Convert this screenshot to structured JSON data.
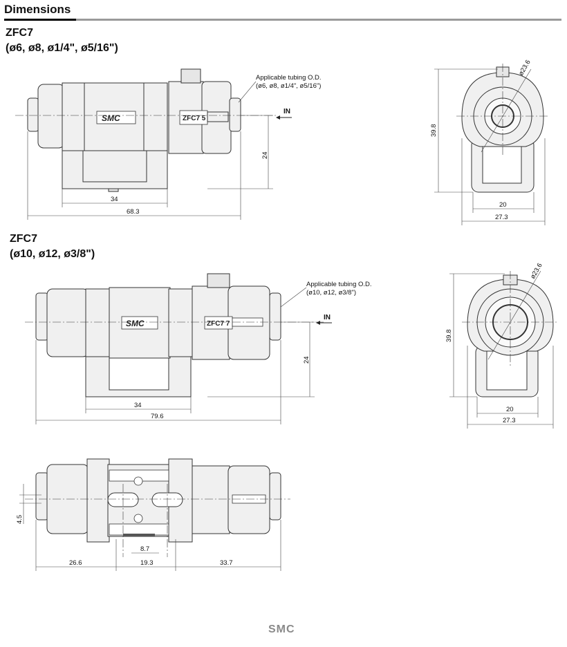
{
  "header": {
    "title": "Dimensions"
  },
  "section1": {
    "model": "ZFC7",
    "sizes": "(ø6, ø8, ø1/4\", ø5/16\")",
    "tubing_note_title": "Applicable tubing O.D.",
    "tubing_note_values": "(ø6, ø8, ø1/4\", ø5/16\")",
    "flow_label": "IN",
    "label_body": "ZFC7 5",
    "brand": "SMC",
    "dims": {
      "width_34": "34",
      "length": "68.3",
      "height_24": "24",
      "side_height": "39.8",
      "side_w20": "20",
      "side_w27": "27.3",
      "diameter": "ø23.6"
    }
  },
  "section2": {
    "model": "ZFC7",
    "sizes": "(ø10, ø12, ø3/8\")",
    "tubing_note_title": "Applicable tubing O.D.",
    "tubing_note_values": "(ø10, ø12, ø3/8\")",
    "flow_label": "IN",
    "label_body": "ZFC7 7",
    "brand": "SMC",
    "dims": {
      "width_34": "34",
      "length": "79.6",
      "height_24": "24",
      "side_height": "39.8",
      "side_w20": "20",
      "side_w27": "27.3",
      "diameter": "ø23.6"
    }
  },
  "section3": {
    "dims": {
      "d4_5": "4.5",
      "d26_6": "26.6",
      "d19_3": "19.3",
      "d33_7": "33.7",
      "d8_7": "8.7"
    }
  },
  "footer": {
    "brand": "SMC"
  }
}
